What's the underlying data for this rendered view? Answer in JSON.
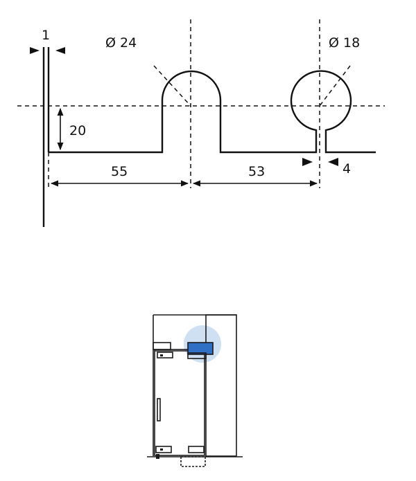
{
  "dimensions": {
    "glass_thickness": "1",
    "large_hole_diameter": "Ø 24",
    "small_hole_diameter": "Ø 18",
    "hole_height": "20",
    "edge_to_large_hole": "55",
    "large_to_small_hole": "53",
    "slot_width": "4"
  },
  "colors": {
    "line": "#111111",
    "highlight_fill": "#2f6fc4",
    "highlight_circle": "#cfe0f3"
  }
}
